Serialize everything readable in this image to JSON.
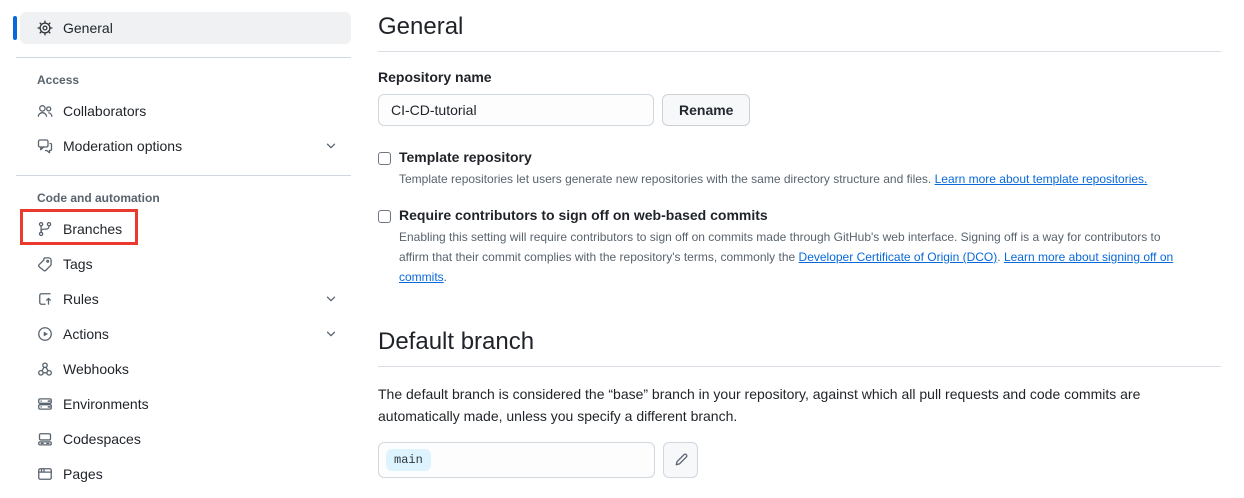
{
  "colors": {
    "accent_blue": "#0969da",
    "annotation_red": "#ea3a2e",
    "selected_item_bg": "#eff1f3",
    "branch_badge_bg": "#ddf4ff",
    "muted_text": "#59636e"
  },
  "sidebar": {
    "selected_item": {
      "label": "General",
      "icon": "gear-icon"
    },
    "sections": [
      {
        "title": "Access",
        "items": [
          {
            "label": "Collaborators",
            "icon": "people-icon",
            "chevron": false
          },
          {
            "label": "Moderation options",
            "icon": "comment-discussion-icon",
            "chevron": true
          }
        ]
      },
      {
        "title": "Code and automation",
        "items": [
          {
            "label": "Branches",
            "icon": "git-branch-icon",
            "chevron": false,
            "annotated_with_red_box": true
          },
          {
            "label": "Tags",
            "icon": "tag-icon",
            "chevron": false
          },
          {
            "label": "Rules",
            "icon": "rules-icon",
            "chevron": true
          },
          {
            "label": "Actions",
            "icon": "play-icon",
            "chevron": true
          },
          {
            "label": "Webhooks",
            "icon": "webhook-icon",
            "chevron": false
          },
          {
            "label": "Environments",
            "icon": "server-icon",
            "chevron": false
          },
          {
            "label": "Codespaces",
            "icon": "codespaces-icon",
            "chevron": false
          },
          {
            "label": "Pages",
            "icon": "browser-icon",
            "chevron": false
          }
        ]
      }
    ]
  },
  "main": {
    "title": "General",
    "repository_name": {
      "label": "Repository name",
      "value": "CI-CD-tutorial",
      "button_label": "Rename"
    },
    "template_repository": {
      "label": "Template repository",
      "checked": false,
      "description": "Template repositories let users generate new repositories with the same directory structure and files. ",
      "link": "Learn more about template repositories."
    },
    "signoff": {
      "label": "Require contributors to sign off on web-based commits",
      "checked": false,
      "description_part1": "Enabling this setting will require contributors to sign off on commits made through GitHub's web interface. Signing off is a way for contributors to affirm that their commit complies with the repository's terms, commonly the ",
      "link1": "Developer Certificate of Origin (DCO)",
      "separator": ". ",
      "link2": "Learn more about signing off on commits",
      "description_part2": "."
    },
    "default_branch": {
      "title": "Default branch",
      "description": "The default branch is considered the “base” branch in your repository, against which all pull requests and code commits are automatically made, unless you specify a different branch.",
      "branch_name": "main"
    }
  }
}
